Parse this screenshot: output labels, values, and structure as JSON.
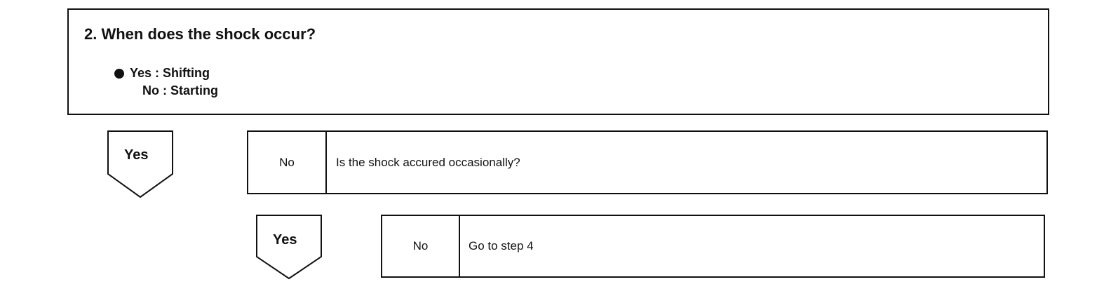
{
  "step": {
    "title": "2.  When does the shock occur?",
    "options": {
      "yes": "Yes : Shifting",
      "no": "No : Starting"
    }
  },
  "level1": {
    "yes_label": "Yes",
    "no_label": "No",
    "question": "Is the shock accured occasionally?"
  },
  "level2": {
    "yes_label": "Yes",
    "no_label": "No",
    "action": "Go to step 4"
  }
}
